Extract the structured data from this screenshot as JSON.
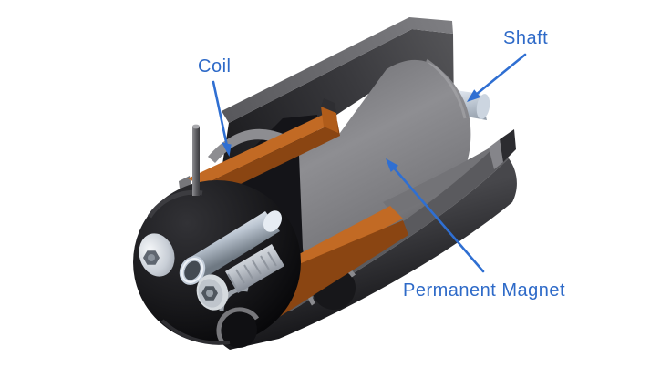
{
  "diagram": {
    "background_color": "#ffffff",
    "label_color": "#2e6ac8",
    "arrow_color": "#2f6fd2",
    "labels": {
      "coil": "Coil",
      "shaft": "Shaft",
      "permanent_magnet": "Permanent Magnet"
    },
    "callouts": [
      {
        "label": "Coil",
        "target": "coil-band-top"
      },
      {
        "label": "Shaft",
        "target": "shaft-stub"
      },
      {
        "label": "Permanent Magnet",
        "target": "permanent-magnet-cylinder"
      }
    ],
    "colors": {
      "coil_copper": "#c26a24",
      "coil_copper_shadow": "#8a4512",
      "housing_dark": "#1b1b1e",
      "magnet_gray": "#85858a",
      "metal_silver": "#c9d3df"
    }
  }
}
